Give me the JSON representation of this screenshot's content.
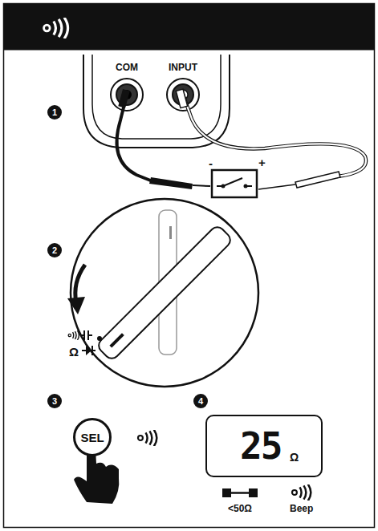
{
  "diagram": {
    "nodes": [
      {
        "text": [
          "1"
        ]
      },
      {
        "text": [
          "2"
        ]
      },
      {
        "text": [
          "3"
        ]
      },
      {
        "text": [
          "SEL"
        ]
      },
      {
        "text": [
          "4"
        ]
      },
      {
        "text": [
          "25",
          "Ω"
        ]
      }
    ],
    "labels": [
      "COM",
      "INPUT",
      "-",
      "+",
      "Ω",
      "<50Ω",
      "Beep"
    ]
  }
}
